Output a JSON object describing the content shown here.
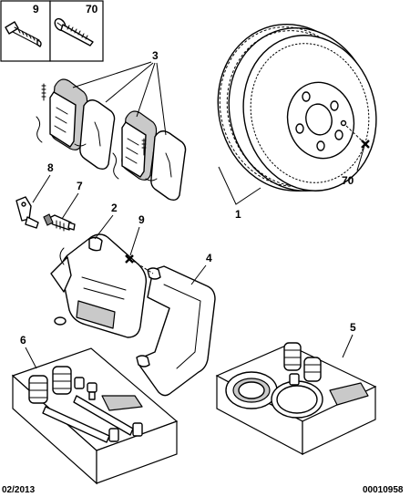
{
  "callouts": {
    "c1": "1",
    "c2": "2",
    "c3": "3",
    "c4": "4",
    "c5": "5",
    "c6": "6",
    "c7": "7",
    "c8": "8",
    "c9_box": "9",
    "c70_box": "70",
    "c9": "9",
    "c70": "70"
  },
  "footer": {
    "date": "02/2013",
    "reference": "00010958"
  },
  "symbols": {
    "reference_mark": "cross-mark-icon"
  }
}
